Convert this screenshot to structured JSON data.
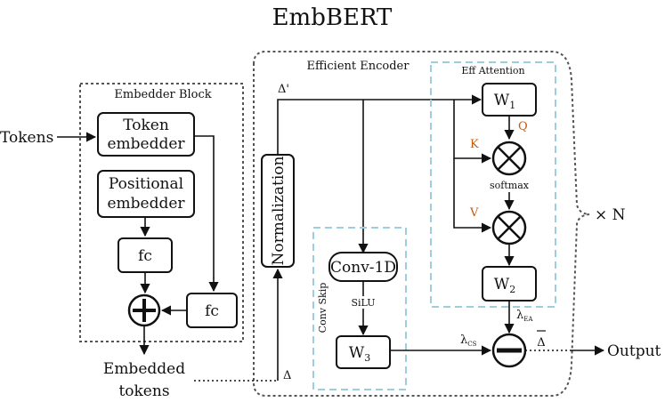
{
  "title": "EmbBERT",
  "embedder_block": {
    "label": "Embedder Block",
    "token_embedder": [
      "Token",
      "embedder"
    ],
    "positional_embedder": [
      "Positional",
      "embedder"
    ],
    "fc_left": "fc",
    "fc_right": "fc"
  },
  "input_label": "Tokens",
  "embedded_tokens": [
    "Embedded",
    "tokens"
  ],
  "efficient_encoder": {
    "label": "Efficient Encoder",
    "normalization": "Normalization",
    "delta_prime": "Δ'",
    "delta": "Δ",
    "repeat": "× N"
  },
  "eff_attention": {
    "label": "Eff Attention",
    "w1": "W",
    "w1_sub": "1",
    "q": "Q",
    "k": "K",
    "v": "V",
    "softmax": "softmax",
    "w2": "W",
    "w2_sub": "2",
    "lambda_ea": "λ",
    "lambda_ea_sub": "EA"
  },
  "conv_skip": {
    "label": "Conv Skip",
    "conv": "Conv-1D",
    "silu": "SiLU",
    "w3": "W",
    "w3_sub": "3",
    "lambda_cs": "λ",
    "lambda_cs_sub": "CS"
  },
  "output_delta_bar": "Δ",
  "output_label": "Output"
}
